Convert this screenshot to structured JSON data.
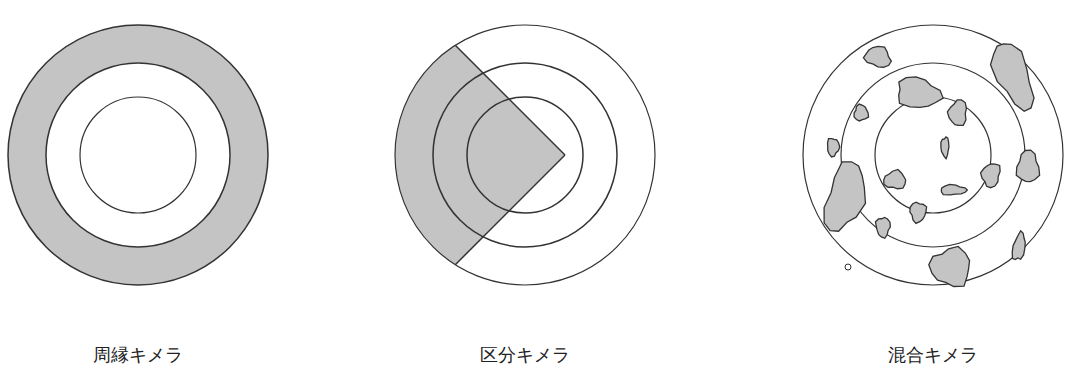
{
  "diagram": {
    "labels": [
      "周縁キメラ",
      "区分キメラ",
      "混合キメラ"
    ]
  }
}
